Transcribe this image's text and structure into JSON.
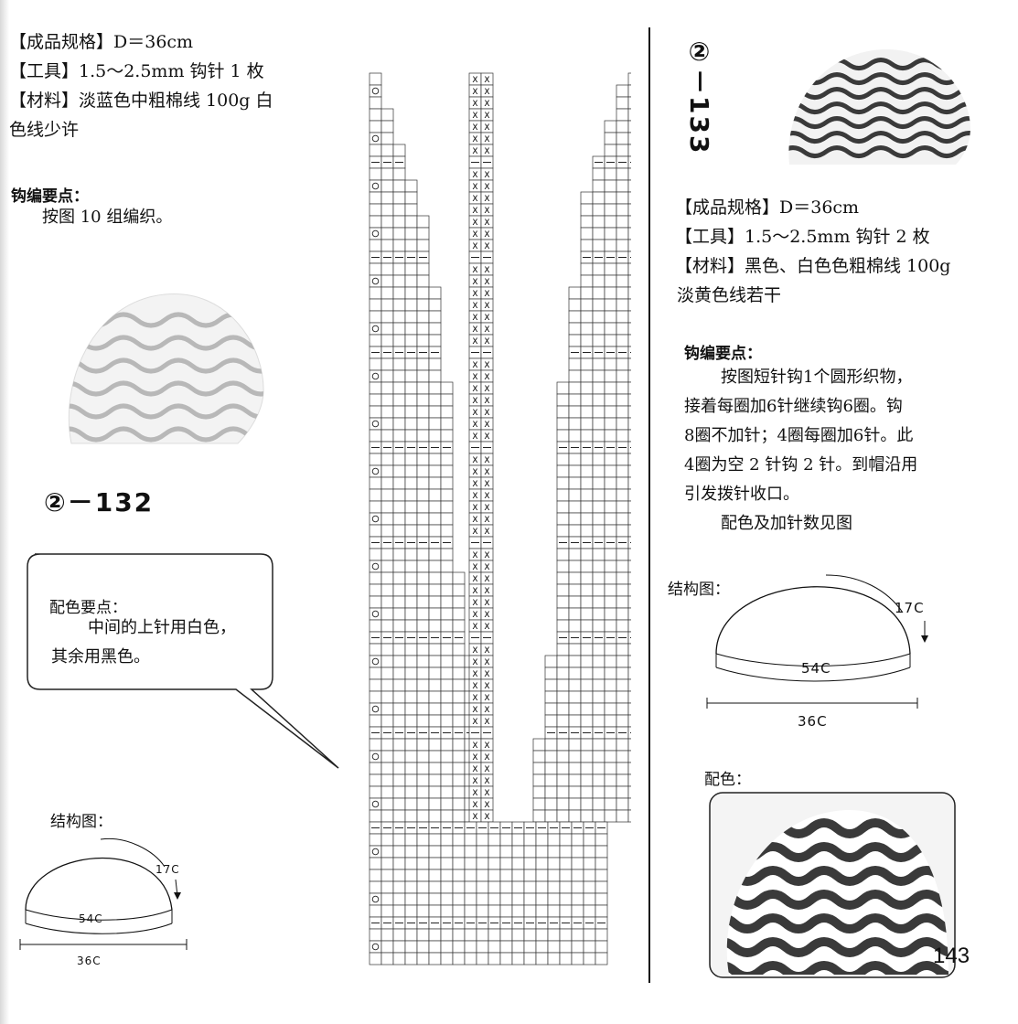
{
  "left": {
    "spec": {
      "size": "【成品规格】D＝36cm",
      "tool": "【工具】1.5～2.5mm 钩针 1 枚",
      "material_line1": "【材料】淡蓝色中粗棉线 100g 白",
      "material_line2": "色线少许"
    },
    "knit_points": {
      "title": "钩编要点：",
      "line1": "按图 10 组编织。"
    },
    "model_code": "②－132",
    "color_points": {
      "title": "配色要点：",
      "line1": "中间的上针用白色，",
      "line2": "其余用黑色。"
    },
    "structure": {
      "title": "结构图：",
      "label_17c": "17C",
      "label_54c": "54C",
      "label_36c": "36C"
    }
  },
  "right": {
    "model_code": "②－133",
    "spec": {
      "size": "【成品规格】D＝36cm",
      "tool": "【工具】1.5～2.5mm 钩针 2 枚",
      "material_line1": "【材料】黑色、白色色粗棉线 100g",
      "material_line2": "淡黄色线若干"
    },
    "knit_points": {
      "title": "钩编要点：",
      "line1": "按图短针钩1个圆形织物，",
      "line2": "接着每圈加6针继续钩6圈。钩",
      "line3": "8圈不加针；4圈每圈加6针。此",
      "line4": "4圈为空 2 针钩 2 针。到帽沿用",
      "line5": "引发拨针收口。",
      "line6": "配色及加针数见图"
    },
    "structure": {
      "title": "结构图：",
      "label_17c": "17C",
      "label_54c": "54C",
      "label_36c": "36C"
    },
    "color_title": "配色："
  },
  "page_number": "143",
  "colors": {
    "ink": "#111111",
    "stripe_dark": "#3a3a3a",
    "stripe_light_gray": "#bdbdbd",
    "photo_bg": "#f4f4f4"
  }
}
